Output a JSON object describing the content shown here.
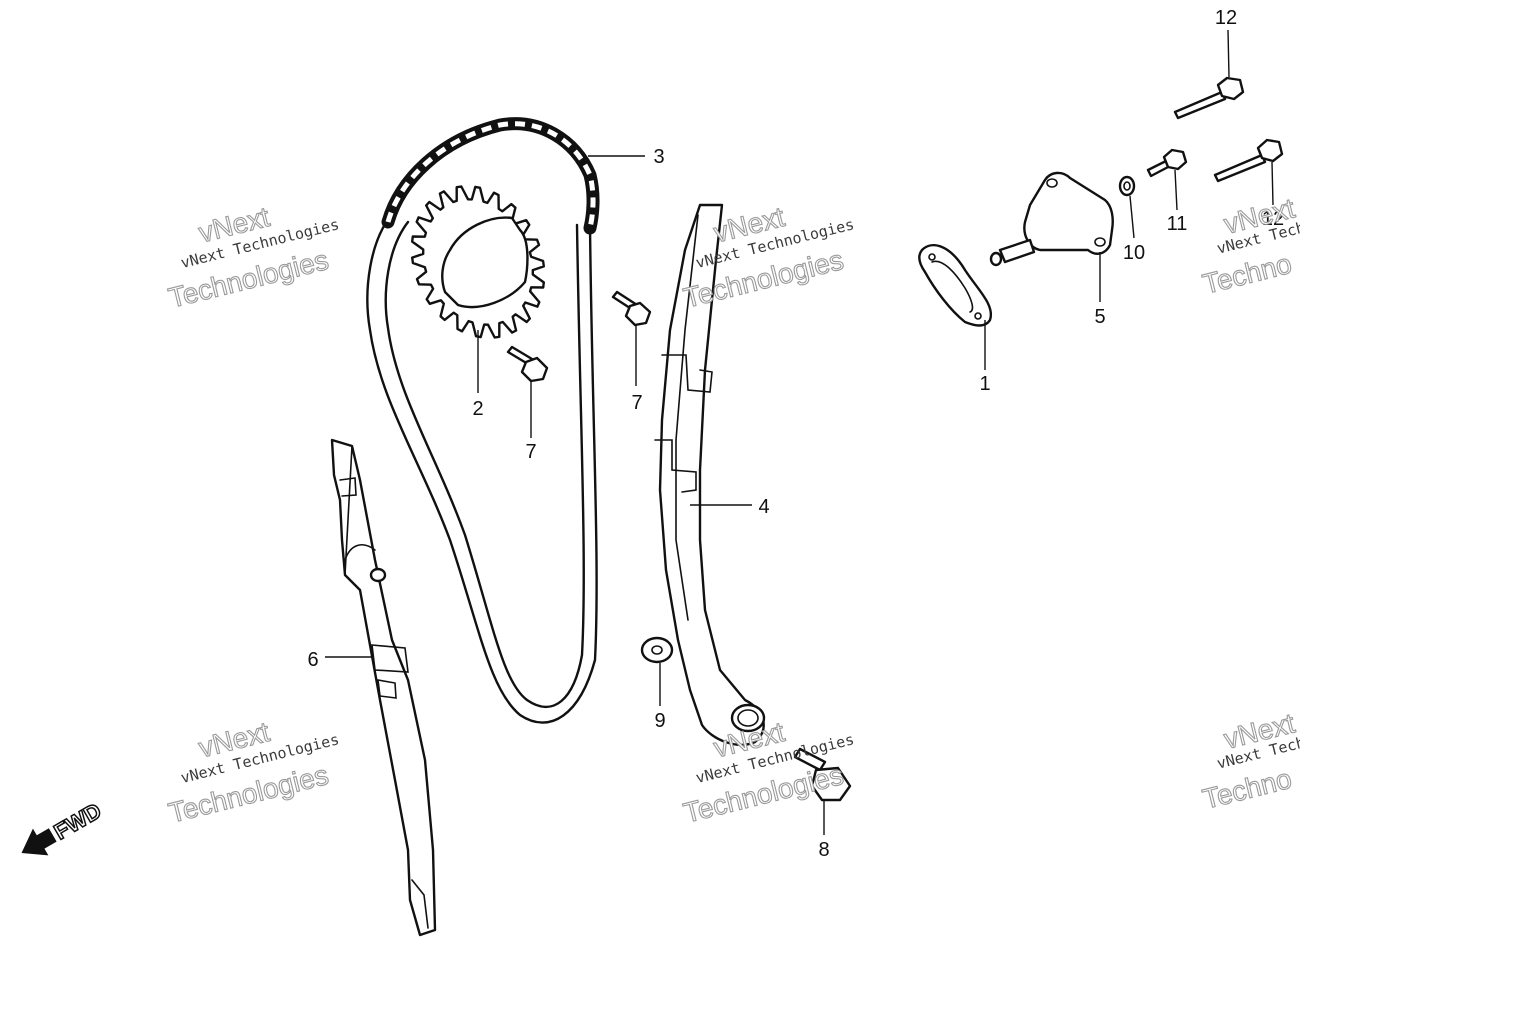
{
  "callouts": {
    "c1": "1",
    "c2": "2",
    "c3": "3",
    "c4": "4",
    "c5": "5",
    "c6": "6",
    "c7a": "7",
    "c7b": "7",
    "c8": "8",
    "c9": "9",
    "c10": "10",
    "c11": "11",
    "c12a": "12",
    "c12b": "12"
  },
  "watermark": {
    "line1": "vNext Technologies",
    "line2": "vNext",
    "line3": "Technologies",
    "truncated1": "vNext Tech",
    "truncated2": "Techno"
  },
  "direction": {
    "label": "FWD"
  }
}
